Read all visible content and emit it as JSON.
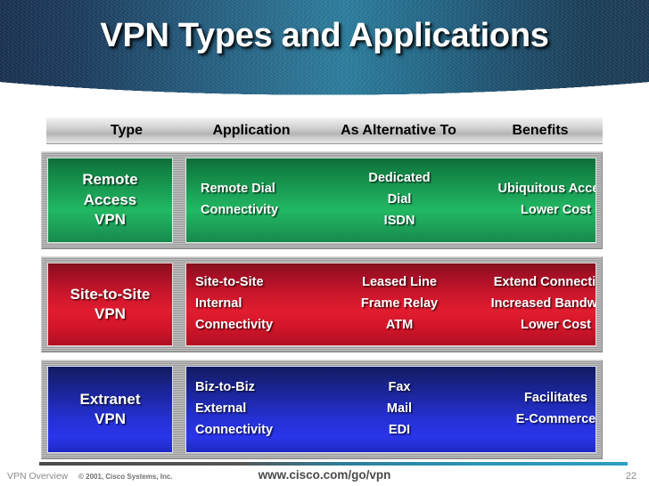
{
  "slide": {
    "title": "VPN Types and Applications"
  },
  "table": {
    "headers": {
      "type": "Type",
      "application": "Application",
      "alternative": "As Alternative To",
      "benefits": "Benefits"
    },
    "rows": [
      {
        "id": "remote-access-vpn",
        "color": "#1ba257",
        "type": "Remote\nAccess\nVPN",
        "type_lines": [
          "Remote",
          "Access",
          "VPN"
        ],
        "application": [
          "Remote Dial",
          "Connectivity"
        ],
        "alternative": [
          "Dedicated",
          "Dial",
          "ISDN"
        ],
        "benefits": [
          "Ubiquitous Access",
          "Lower Cost"
        ]
      },
      {
        "id": "site-to-site-vpn",
        "color": "#e21c2f",
        "type": "Site-to-Site\nVPN",
        "type_lines": [
          "Site-to-Site",
          "VPN"
        ],
        "application": [
          "Site-to-Site",
          "Internal",
          "Connectivity"
        ],
        "alternative": [
          "Leased Line",
          "Frame Relay",
          "ATM"
        ],
        "benefits": [
          "Extend Connectivity",
          "Increased Bandwidth",
          "Lower Cost"
        ]
      },
      {
        "id": "extranet-vpn",
        "color": "#2531d6",
        "type": "Extranet\nVPN",
        "type_lines": [
          "Extranet",
          "VPN"
        ],
        "application": [
          "Biz-to-Biz",
          "External",
          "Connectivity"
        ],
        "alternative": [
          "Fax",
          "Mail",
          "EDI"
        ],
        "benefits": [
          "Facilitates",
          "E-Commerce"
        ]
      }
    ]
  },
  "footer": {
    "left_label": "VPN Overview",
    "copyright": "© 2001, Cisco Systems, Inc.",
    "url": "www.cisco.com/go/vpn",
    "page_number": "22"
  }
}
